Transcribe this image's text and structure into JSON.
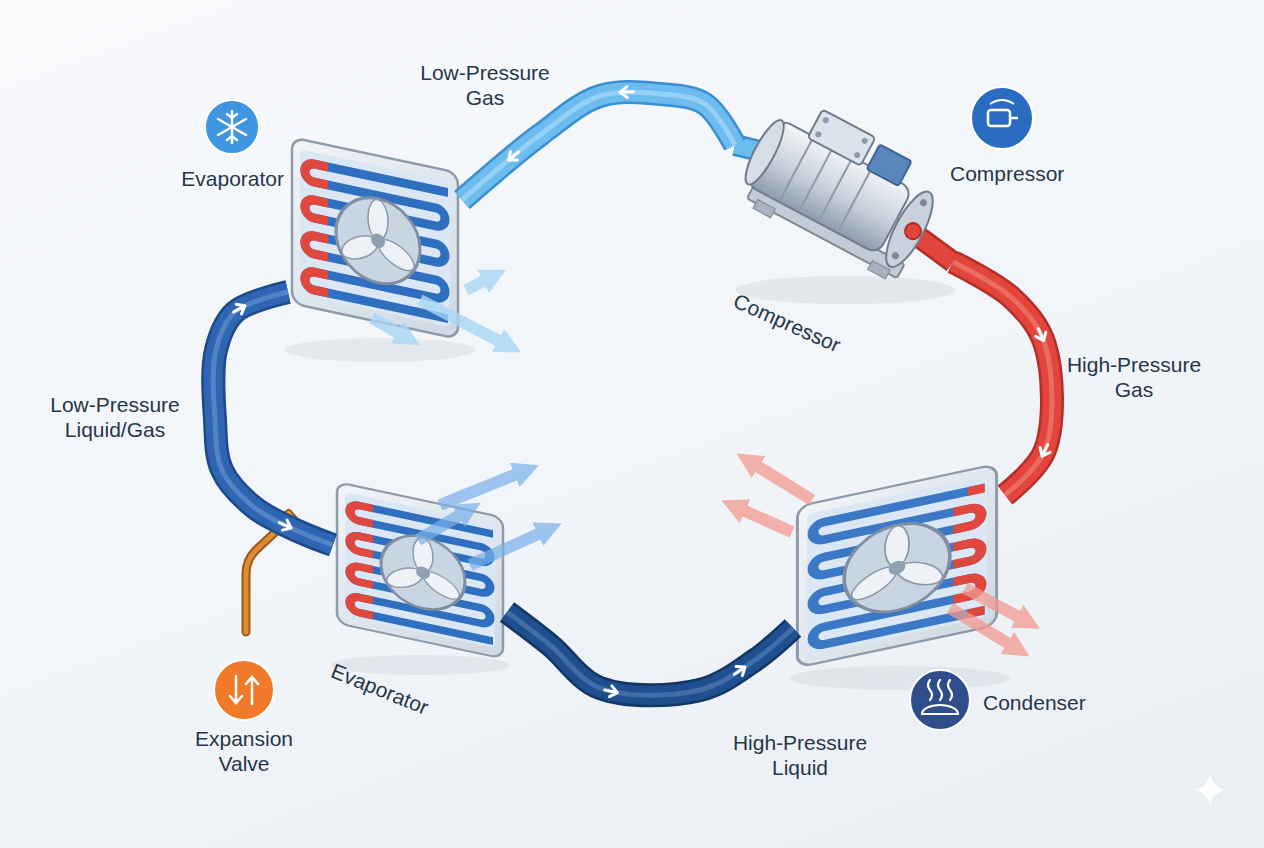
{
  "diagram": {
    "nodes": [
      {
        "text": [
          "Evaporator"
        ]
      },
      {
        "text": [
          "Compressor"
        ]
      },
      {
        "text": [
          "Evaporator"
        ]
      },
      {
        "text": [
          "Expansion Valve"
        ]
      },
      {
        "text": [
          "Condenser"
        ]
      }
    ],
    "edges": [
      {
        "from": 1,
        "to": 0,
        "arrow": "to",
        "label": "Low-Pressure Gas"
      },
      {
        "from": 2,
        "to": 0,
        "arrow": "both",
        "label": "Low-Pressure Liquid/Gas"
      },
      {
        "from": 1,
        "to": 4,
        "arrow": "to",
        "label": "High-Pressure Gas"
      },
      {
        "from": 2,
        "to": 4,
        "arrow": "to",
        "label": "High-Pressure Liquid"
      }
    ],
    "labels": [
      "Compressor"
    ]
  }
}
